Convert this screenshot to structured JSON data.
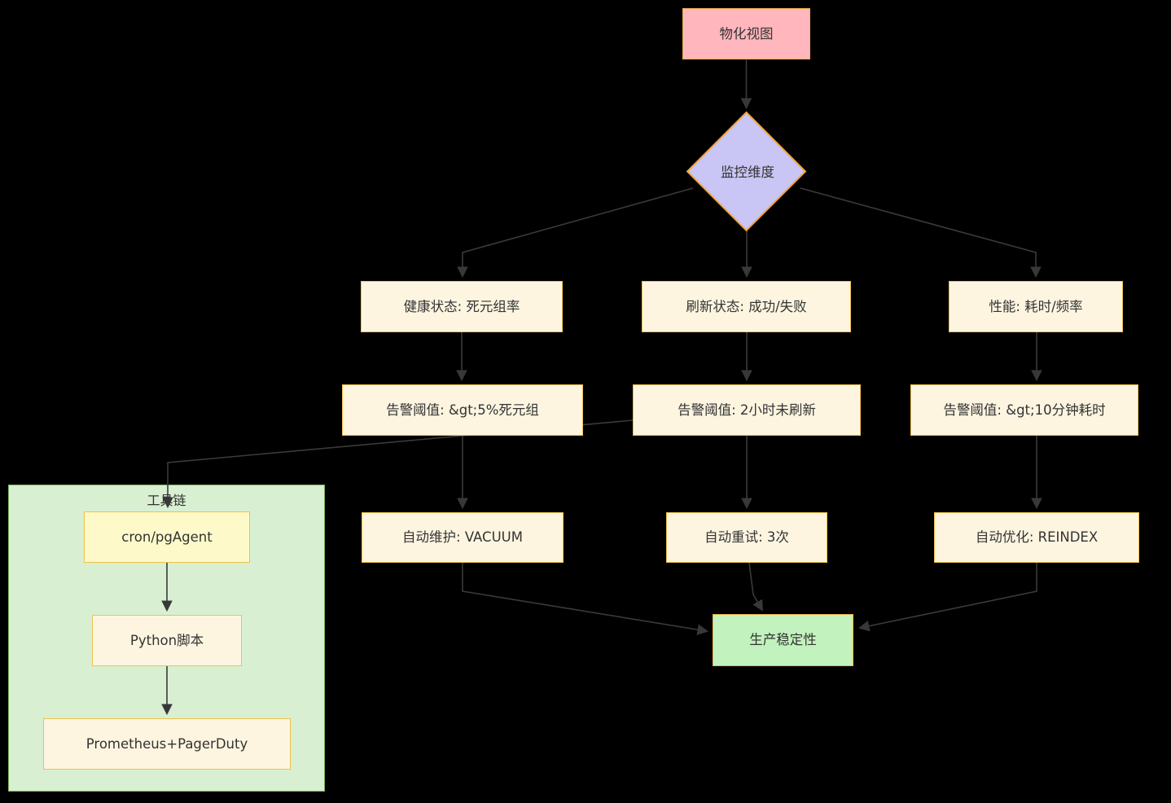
{
  "diagram": {
    "type": "flowchart",
    "background": "#000000",
    "colors": {
      "root_fill": "#ffb6bd",
      "root_border": "#efb04e",
      "decision_fill": "#c9c5f4",
      "decision_border": "#f0a43e",
      "default_fill": "#fdf5e0",
      "default_border": "#f0c24b",
      "highlight_fill": "#fdf9c9",
      "subgraph_fill": "#d8efd2",
      "subgraph_border": "#7cb35f",
      "result_fill": "#c2f2bd",
      "edge_color": "#3a3a3a",
      "text_color": "#333333"
    }
  },
  "nodes": {
    "materialized_view": {
      "label": "物化视图"
    },
    "monitor_dimension": {
      "label": "监控维度"
    },
    "health_status": {
      "label": "健康状态: 死元组率"
    },
    "refresh_status": {
      "label": "刷新状态: 成功/失败"
    },
    "performance": {
      "label": "性能: 耗时/频率"
    },
    "threshold_dead_tuples": {
      "label": "告警阈值: &gt;5%死元组"
    },
    "threshold_refresh": {
      "label": "告警阈值: 2小时未刷新"
    },
    "threshold_duration": {
      "label": "告警阈值: &gt;10分钟耗时"
    },
    "auto_vacuum": {
      "label": "自动维护: VACUUM"
    },
    "auto_retry": {
      "label": "自动重试: 3次"
    },
    "auto_reindex": {
      "label": "自动优化: REINDEX"
    },
    "toolchain": {
      "label": "工具链"
    },
    "cron_pgagent": {
      "label": "cron/pgAgent"
    },
    "python_script": {
      "label": "Python脚本"
    },
    "prometheus_pagerduty": {
      "label": "Prometheus+PagerDuty"
    },
    "production_stability": {
      "label": "生产稳定性"
    }
  }
}
